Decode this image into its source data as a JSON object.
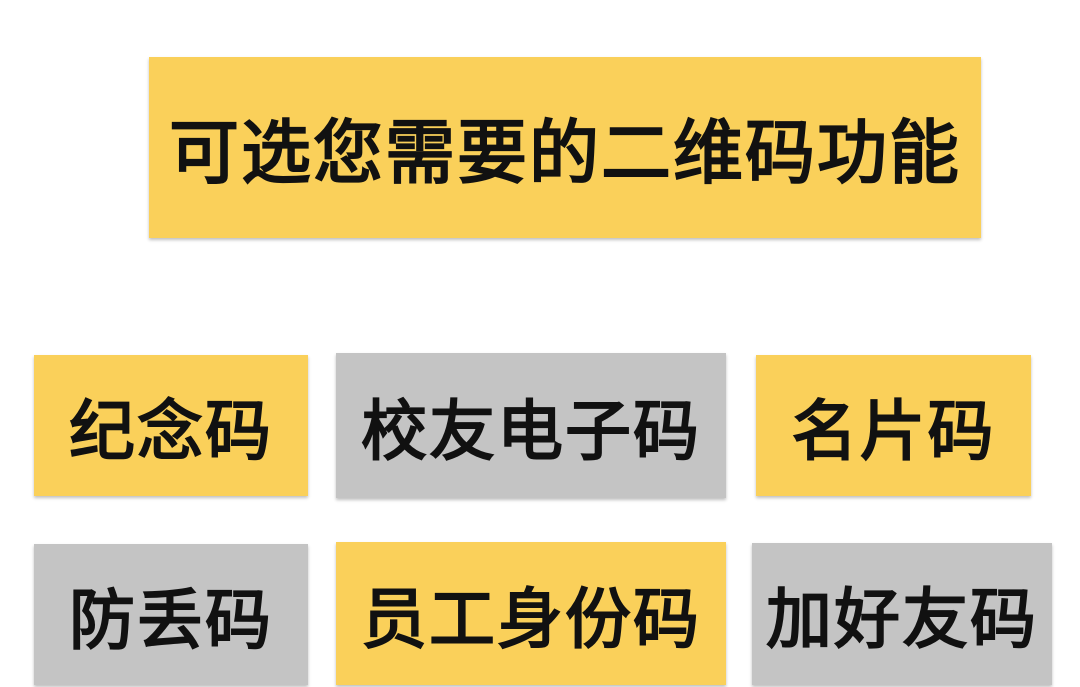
{
  "title": "可选您需要的二维码功能",
  "colors": {
    "yellow": "#fad05a",
    "gray": "#c4c4c4",
    "text": "#111111",
    "background": "#ffffff"
  },
  "options": [
    {
      "label": "纪念码",
      "color": "yellow"
    },
    {
      "label": "校友电子码",
      "color": "gray"
    },
    {
      "label": "名片码",
      "color": "yellow"
    },
    {
      "label": "防丢码",
      "color": "gray"
    },
    {
      "label": "员工身份码",
      "color": "yellow"
    },
    {
      "label": "加好友码",
      "color": "gray"
    }
  ]
}
